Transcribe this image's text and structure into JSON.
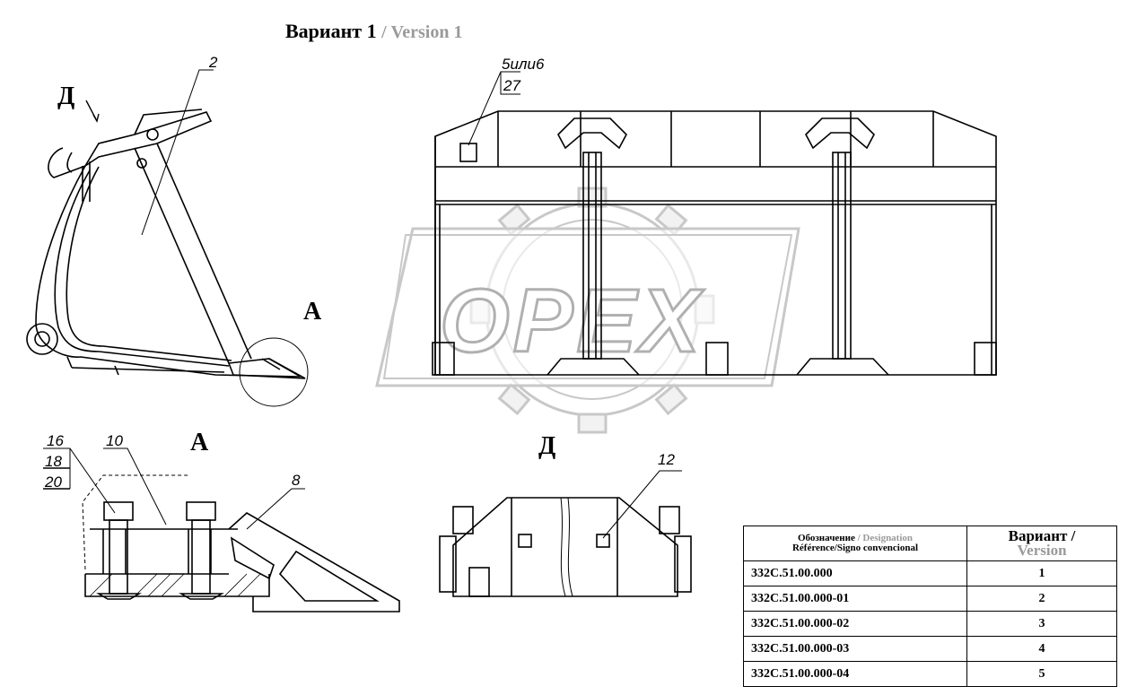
{
  "title": {
    "ru": "Вариант 1",
    "en": "/ Version 1"
  },
  "watermark": {
    "text": "OPEX",
    "color": "#c8c8c8"
  },
  "callouts": {
    "c2": "2",
    "c5or6": "5или6",
    "c27": "27",
    "c16": "16",
    "c18": "18",
    "c20": "20",
    "c10": "10",
    "c8": "8",
    "c12": "12"
  },
  "view_letters": {
    "d_arrow": "Д",
    "a_circle": "А",
    "a_section": "А",
    "d_view": "Д"
  },
  "table": {
    "header": {
      "designation_ru": "Обозначение",
      "designation_en": "/ Designation",
      "designation_fr": "Référence/Signo convencional",
      "version_ru": "Вариант /",
      "version_en": "Version"
    },
    "rows": [
      {
        "designation": "332С.51.00.000",
        "version": "1"
      },
      {
        "designation": "332С.51.00.000-01",
        "version": "2"
      },
      {
        "designation": "332С.51.00.000-02",
        "version": "3"
      },
      {
        "designation": "332С.51.00.000-03",
        "version": "4"
      },
      {
        "designation": "332С.51.00.000-04",
        "version": "5"
      }
    ]
  }
}
